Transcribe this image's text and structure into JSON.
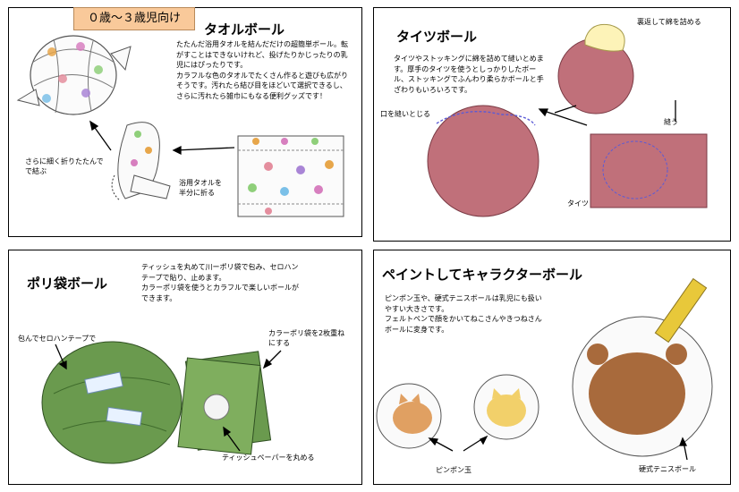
{
  "age_badge": "０歳～３歳児向け",
  "towel_ball": {
    "title": "タオルボール",
    "description": "たたんだ浴用タオルを結んだだけの超簡単ボール。転がすことはできないけれど、投げたりかじったりの乳児にはぴったりです。\nカラフルな色のタオルでたくさん作ると遊びも広がりそうです。汚れたら結び目をほどいて選択できるし、さらに汚れたら雑巾にもなる便利グッズです！",
    "label_fold_tie": "さらに細く折りたたんで\nで結ぶ",
    "label_fold_half": "浴用タオルを\n半分に折る"
  },
  "tights_ball": {
    "title": "タイツボール",
    "description": "タイツやストッキングに綿を詰めて縫いとめます。厚手のタイツを使うとしっかりしたボール、ストッキングでふんわり柔らかボールと手ざわりもいろいろです。",
    "label_stuff": "裏返して綿を詰める",
    "label_sew_mouth": "口を縫いとじる",
    "label_sew": "縫う",
    "label_tights": "タイツ"
  },
  "poly_bag_ball": {
    "title": "ポリ袋ボール",
    "description": "ティッシュを丸めて川ーポリ袋で包み、セロハンテープで貼り、止めます。\nカラーポリ袋を使うとカラフルで楽しいボールができます。",
    "label_wrap": "包んでセロハンテープで",
    "label_double_bag": "カラーポリ袋を2枚重ね\nにする",
    "label_tissue": "ティッシュペーパーを丸める"
  },
  "paint_ball": {
    "title": "ペイントしてキャラクターボール",
    "description": "ピンポン玉や、硬式テニスボールは乳児にも扱いやすい大きさです。\nフェルトペンで顔をかいてねこさんやきつねさんボールに変身です。",
    "label_pingpong": "ピンポン玉",
    "label_tennis": "硬式テニスボール"
  },
  "colors": {
    "badge": "#f9c99a",
    "tights": "#c0707a",
    "poly_green": "#6a9a4e",
    "tennis_face": "#a86a3c",
    "pen": "#e8c83a"
  }
}
